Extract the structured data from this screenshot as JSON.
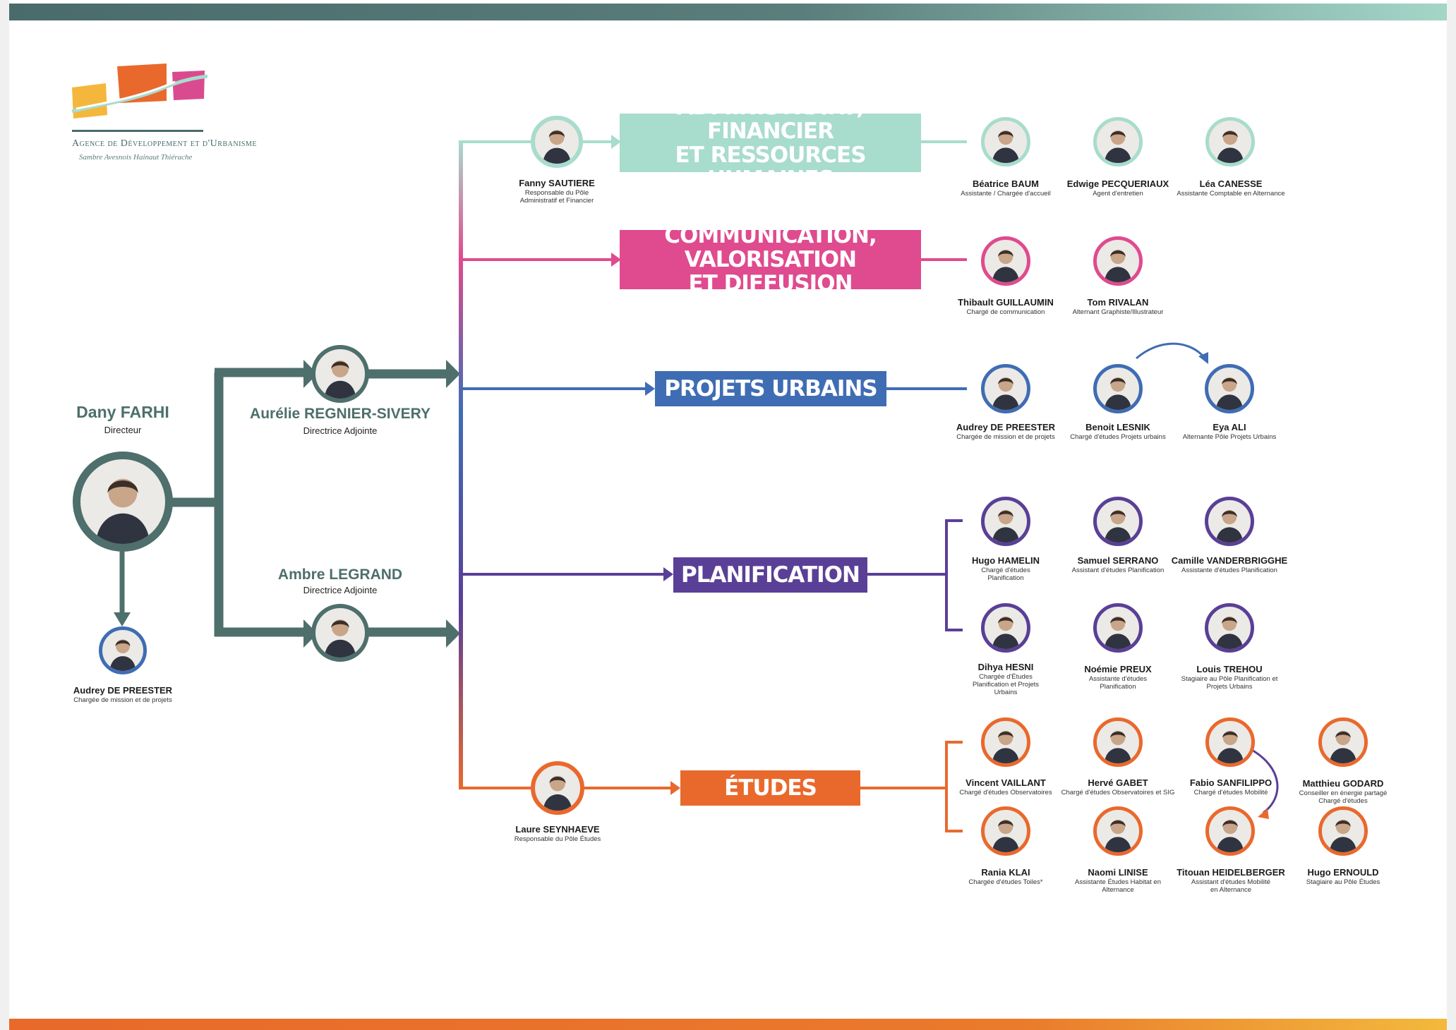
{
  "logo": {
    "name": "Agence de Développement et d'Urbanisme",
    "subtitle": "Sambre Avesnois Hainaut Thiérache",
    "colors": [
      "#f4b73b",
      "#e9692d",
      "#d94b8e",
      "#a8dccd",
      "#4a6b6b"
    ]
  },
  "colors": {
    "teal_dark": "#4e6f6c",
    "mint": "#a8dccd",
    "pink": "#df4b8e",
    "blue": "#3f6db4",
    "purple": "#5a3f97",
    "orange": "#e9692d",
    "photo_bg": "#eceae6"
  },
  "director": {
    "name": "Dany FARHI",
    "role": "Directeur"
  },
  "director_assistant": {
    "name": "Audrey DE PREESTER",
    "role": "Chargée de mission et de projets"
  },
  "deputies": [
    {
      "name": "Aurélie REGNIER-SIVERY",
      "role": "Directrice Adjointe"
    },
    {
      "name": "Ambre LEGRAND",
      "role": "Directrice Adjointe"
    }
  ],
  "poles": [
    {
      "label": "ADMINISTRATIF, FINANCIER\nET RESSOURCES HUMAINES",
      "color": "#a8dccd",
      "lead": {
        "name": "Fanny SAUTIERE",
        "role": "Responsable du Pôle Administratif et Financier"
      },
      "members": [
        {
          "name": "Béatrice BAUM",
          "role": "Assistante / Chargée d'accueil"
        },
        {
          "name": "Edwige PECQUERIAUX",
          "role": "Agent d'entretien"
        },
        {
          "name": "Léa CANESSE",
          "role": "Assistante Comptable en Alternance"
        }
      ]
    },
    {
      "label": "COMMUNICATION, VALORISATION\nET DIFFUSION",
      "color": "#df4b8e",
      "members": [
        {
          "name": "Thibault GUILLAUMIN",
          "role": "Chargé de communication"
        },
        {
          "name": "Tom RIVALAN",
          "role": "Alternant Graphiste/Illustrateur"
        }
      ]
    },
    {
      "label": "PROJETS URBAINS",
      "color": "#3f6db4",
      "members": [
        {
          "name": "Audrey DE PREESTER",
          "role": "Chargée de mission et de projets"
        },
        {
          "name": "Benoit LESNIK",
          "role": "Chargé d'études Projets urbains"
        },
        {
          "name": "Eya ALI",
          "role": "Alternante Pôle Projets Urbains"
        }
      ]
    },
    {
      "label": "PLANIFICATION",
      "color": "#5a3f97",
      "members": [
        {
          "name": "Hugo HAMELIN",
          "role": "Chargé d'études Planification"
        },
        {
          "name": "Samuel SERRANO",
          "role": "Assistant d'études Planification"
        },
        {
          "name": "Camille VANDERBRIGGHE",
          "role": "Assistante d'études Planification"
        },
        {
          "name": "Dihya HESNI",
          "role": "Chargée d'Études Planification et Projets Urbains"
        },
        {
          "name": "Noémie PREUX",
          "role": "Assistante d'études Planification"
        },
        {
          "name": "Louis TREHOU",
          "role": "Stagiaire au Pôle Planification et Projets Urbains"
        }
      ]
    },
    {
      "label": "ÉTUDES",
      "color": "#e9692d",
      "lead": {
        "name": "Laure SEYNHAEVE",
        "role": "Responsable du Pôle Études"
      },
      "members": [
        {
          "name": "Vincent VAILLANT",
          "role": "Chargé d'études Observatoires"
        },
        {
          "name": "Hervé GABET",
          "role": "Chargé d'études Observatoires et SIG"
        },
        {
          "name": "Fabio SANFILIPPO",
          "role": "Chargé d'études Mobilité"
        },
        {
          "name": "Matthieu GODARD",
          "role": "Conseiller en énergie partagé Chargé d'études"
        },
        {
          "name": "Rania KLAI",
          "role": "Chargée d'études Toiles*"
        },
        {
          "name": "Naomi LINISE",
          "role": "Assistante Études Habitat en Alternance"
        },
        {
          "name": "Titouan HEIDELBERGER",
          "role": "Assistant d'études Mobilité en Alternance"
        },
        {
          "name": "Hugo ERNOULD",
          "role": "Stagiaire au Pôle Études"
        }
      ]
    }
  ]
}
